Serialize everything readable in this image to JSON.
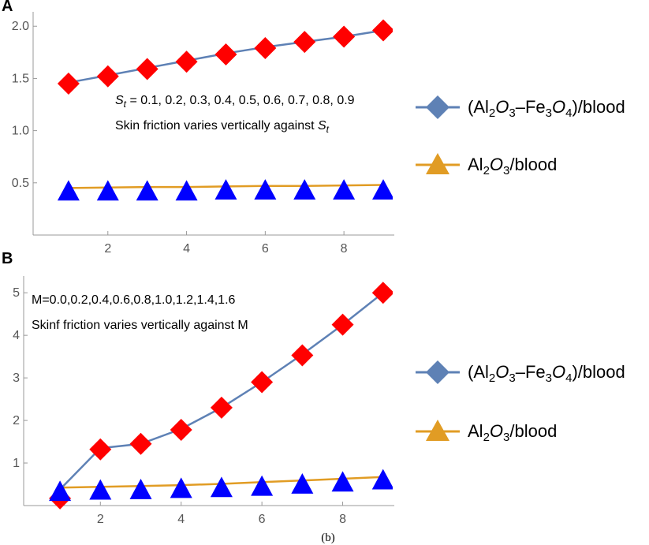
{
  "caption": "(b)",
  "colors": {
    "red_marker": "#ff0000",
    "blue_marker": "#0000ff",
    "line_hybrid": "#5e81b5",
    "line_mono": "#e19c24",
    "axis": "#999999"
  },
  "legend": {
    "hybrid": {
      "label_pre": "(Al",
      "sub1": "2",
      "O": "O",
      "sub2": "3",
      "mid": "–Fe",
      "sub3": "3",
      "O2": "O",
      "sub4": "4",
      "post": ")/blood",
      "icon": "diamond-icon"
    },
    "mono": {
      "label_pre": "Al",
      "sub1": "2",
      "O": "O",
      "sub2": "3",
      "post": "/blood",
      "icon": "triangle-icon"
    }
  },
  "chart_data": [
    {
      "panel": "A",
      "type": "line",
      "xlim": [
        0.1,
        9.2
      ],
      "ylim": [
        0.0,
        2.1
      ],
      "xticks": [
        2,
        4,
        6,
        8
      ],
      "yticks": [
        0.5,
        1.0,
        1.5,
        2.0
      ],
      "ytick_labels": [
        "0.5",
        "1.0",
        "1.5",
        "2.0"
      ],
      "annotations": {
        "param_sym": "S",
        "param_sub": "t",
        "param_values": " = 0.1, 0.2, 0.3, 0.4, 0.5, 0.6, 0.7, 0.8, 0.9",
        "note_text": "Skin friction varies vertically against ",
        "note_sym": "S",
        "note_sub": "t"
      },
      "series": [
        {
          "name": "(Al2O3–Fe3O4)/blood",
          "x": [
            1,
            2,
            3,
            4,
            5,
            6,
            7,
            8,
            9
          ],
          "line": [
            1.46,
            1.53,
            1.6,
            1.67,
            1.74,
            1.8,
            1.85,
            1.9,
            1.96
          ],
          "markers": [
            1.45,
            1.52,
            1.59,
            1.66,
            1.73,
            1.79,
            1.85,
            1.9,
            1.96
          ]
        },
        {
          "name": "Al2O3/blood",
          "x": [
            1,
            2,
            3,
            4,
            5,
            6,
            7,
            8,
            9
          ],
          "line": [
            0.45,
            0.455,
            0.46,
            0.46,
            0.465,
            0.47,
            0.47,
            0.475,
            0.48
          ],
          "markers": [
            0.42,
            0.42,
            0.42,
            0.42,
            0.43,
            0.43,
            0.43,
            0.43,
            0.43
          ]
        }
      ]
    },
    {
      "panel": "B",
      "type": "line",
      "xlim": [
        0.1,
        9.2
      ],
      "ylim": [
        0.0,
        5.3
      ],
      "xticks": [
        2,
        4,
        6,
        8
      ],
      "yticks": [
        1,
        2,
        3,
        4,
        5
      ],
      "ytick_labels": [
        "1",
        "2",
        "3",
        "4",
        "5"
      ],
      "annotations": {
        "param_line": "M=0.0,0.2,0.4,0.6,0.8,1.0,1.2,1.4,1.6",
        "note_line": "Skinf friction varies vertically against M"
      },
      "series": [
        {
          "name": "(Al2O3–Fe3O4)/blood",
          "x": [
            1,
            2,
            3,
            4,
            5,
            6,
            7,
            8,
            9
          ],
          "line": [
            0.38,
            1.35,
            1.45,
            1.8,
            2.3,
            2.9,
            3.55,
            4.25,
            5.0
          ],
          "markers": [
            0.17,
            1.32,
            1.45,
            1.78,
            2.3,
            2.9,
            3.53,
            4.25,
            5.0
          ]
        },
        {
          "name": "Al2O3/blood",
          "x": [
            1,
            2,
            3,
            4,
            5,
            6,
            7,
            8,
            9
          ],
          "line": [
            0.42,
            0.44,
            0.46,
            0.48,
            0.51,
            0.55,
            0.59,
            0.63,
            0.67
          ],
          "markers": [
            0.33,
            0.36,
            0.37,
            0.4,
            0.42,
            0.45,
            0.5,
            0.55,
            0.6
          ]
        }
      ]
    }
  ]
}
